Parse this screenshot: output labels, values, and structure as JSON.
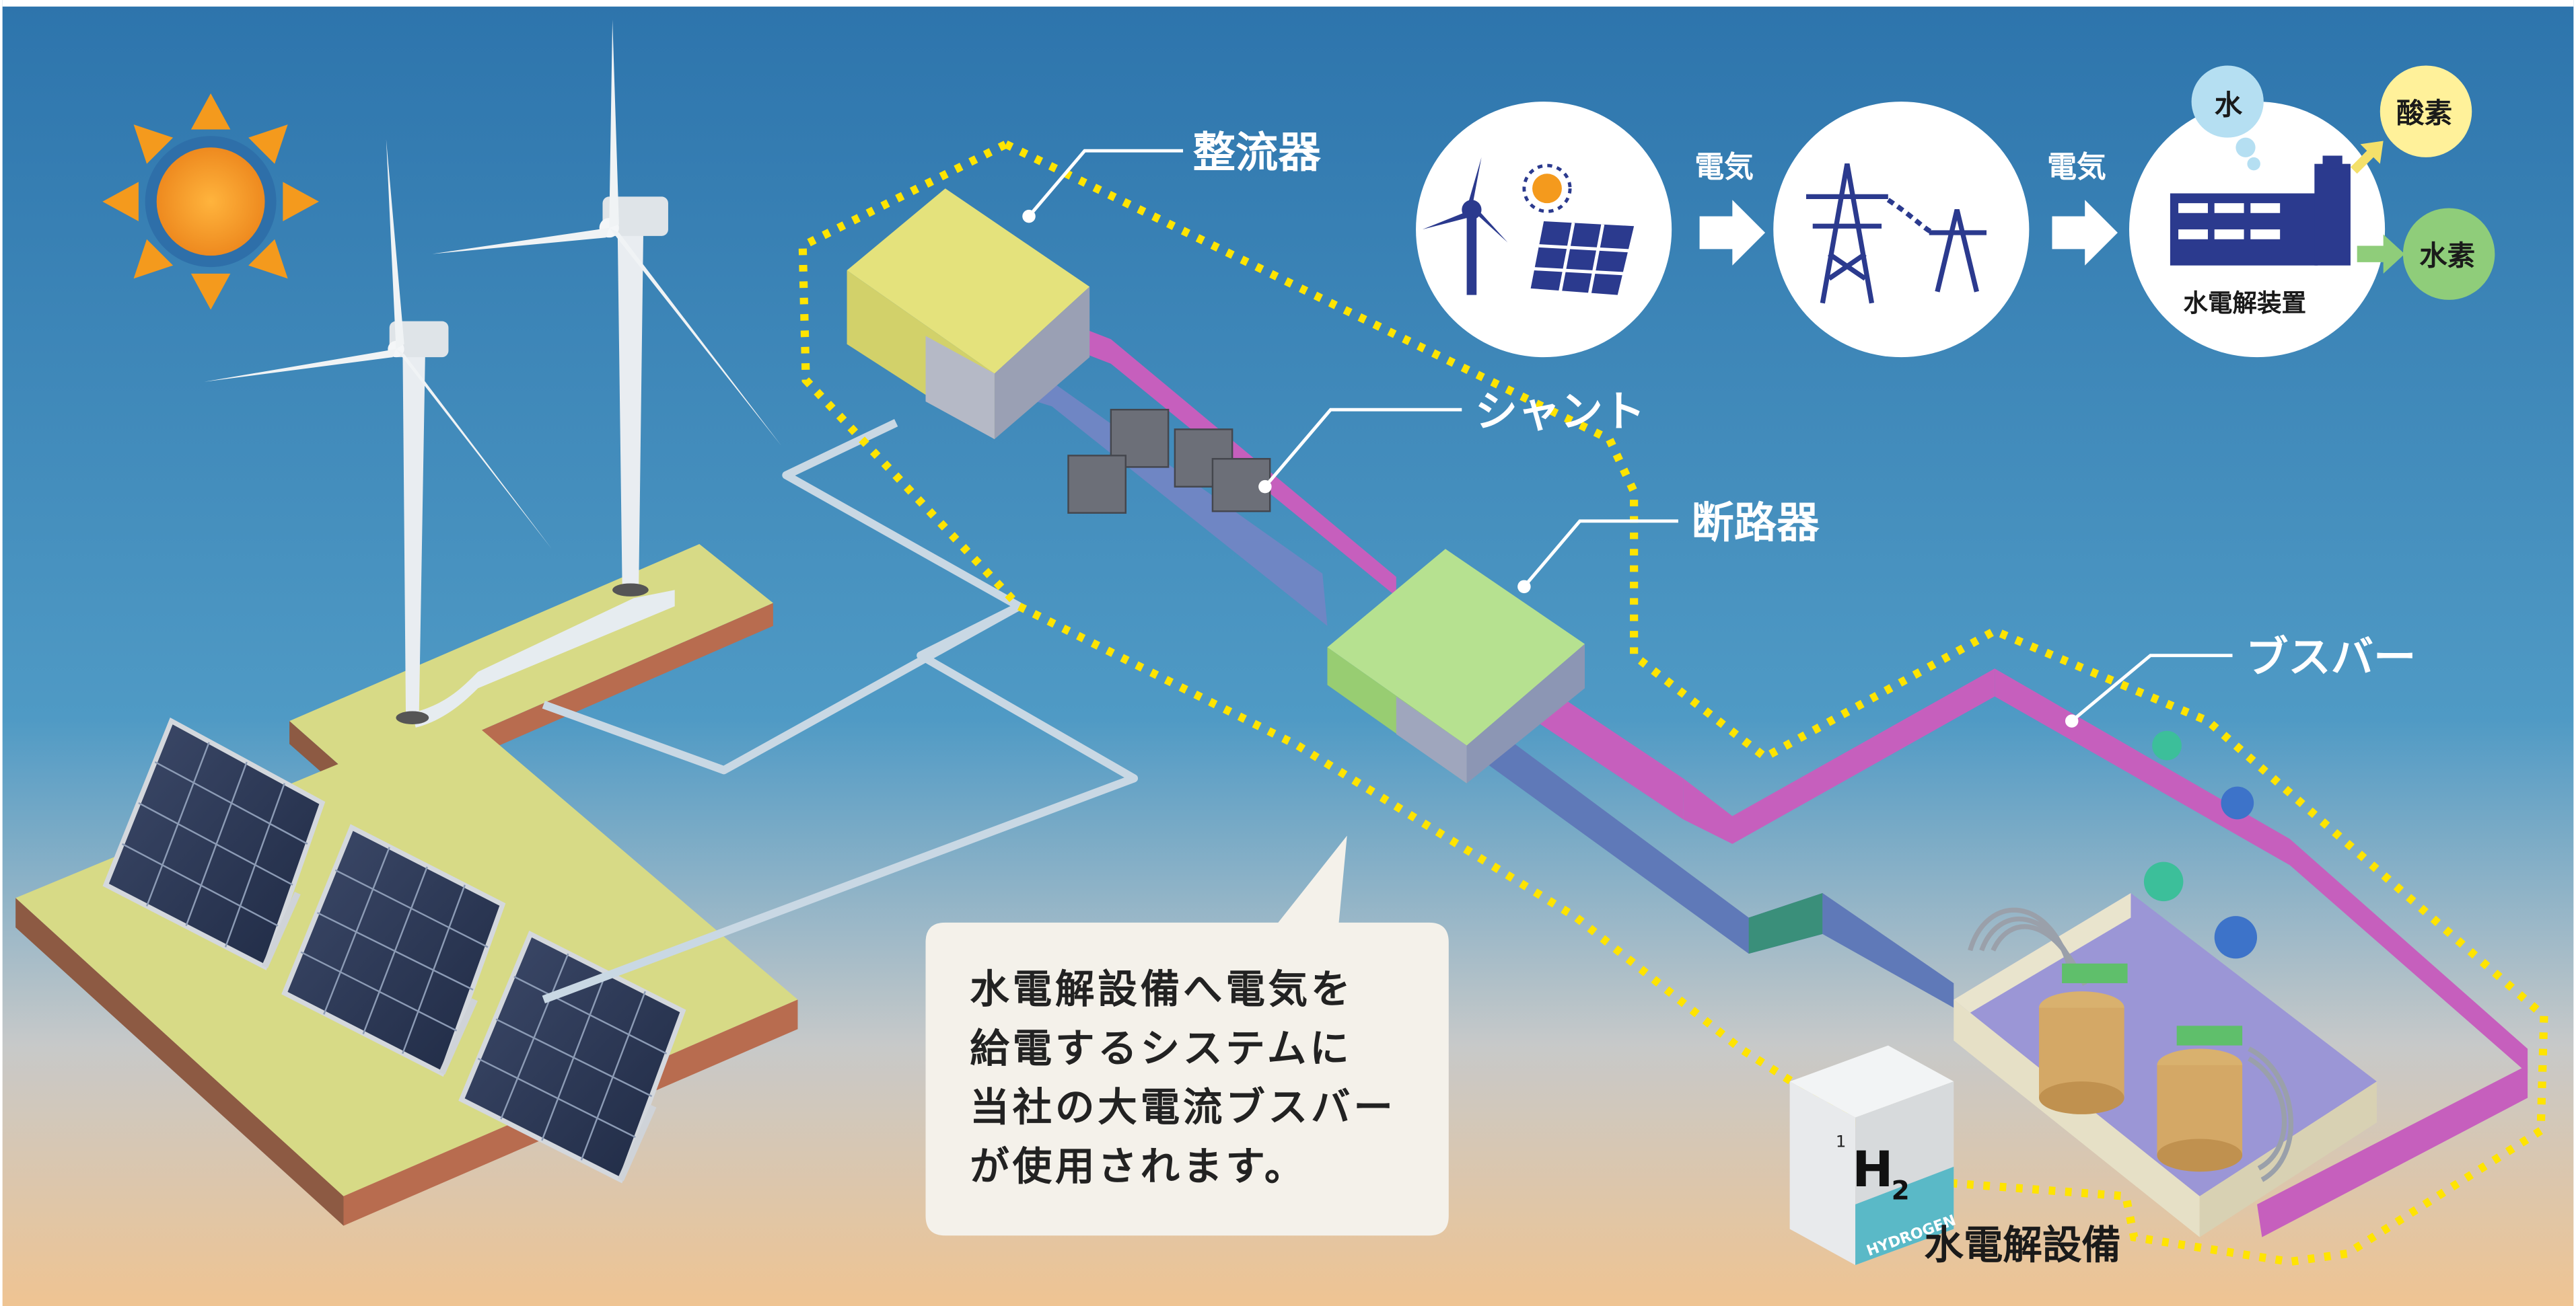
{
  "labels": {
    "rectifier": "整流器",
    "shunt": "シャント",
    "breaker": "断路器",
    "busbar": "ブスバー",
    "electrolysis_facility": "水電解設備"
  },
  "flow": {
    "arrow1_label": "電気",
    "arrow2_label": "電気",
    "device_label": "水電解装置",
    "water": "水",
    "oxygen": "酸素",
    "hydrogen": "水素"
  },
  "callout": {
    "line1": "水電解設備へ電気を",
    "line2": "給電するシステムに",
    "line3": "当社の大電流ブスバー",
    "line4": "が使用されます。"
  },
  "h2_block": {
    "number": "1",
    "symbol": "H",
    "subscript": "2",
    "name": "HYDROGEN"
  },
  "colors": {
    "sky_top": "#2f7fb8",
    "sky_bottom": "#f1c48f",
    "dotted_outline": "#ffe400",
    "rectifier": "#dfe07a",
    "breaker": "#9fd37b",
    "busbar_pink": "#d06bc9",
    "busbar_blue": "#6f86c4",
    "icon_navy": "#2b3a8e",
    "oxygen_bubble": "#fff19a",
    "hydrogen_bubble": "#8fcd7a"
  }
}
